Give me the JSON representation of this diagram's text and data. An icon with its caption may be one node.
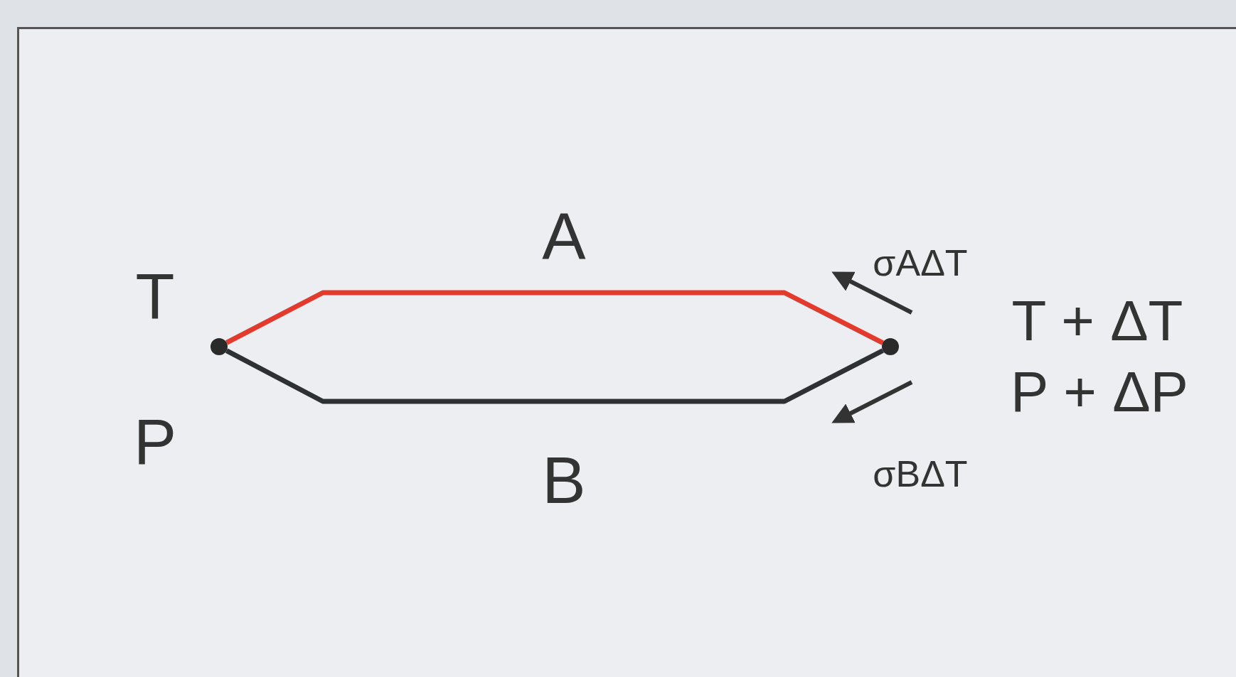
{
  "diagram": {
    "nodes": [
      {
        "text": [],
        "shape": "circle"
      },
      {
        "text": [],
        "shape": "circle"
      }
    ],
    "edges": [
      {
        "from": 0,
        "to": 1,
        "arrow": "none",
        "color": "#e23b2e"
      },
      {
        "from": 0,
        "to": 1,
        "arrow": "none",
        "color": "#2e3133"
      }
    ],
    "labels": [
      "T",
      "P",
      "A",
      "B",
      "σAΔT",
      "T + ΔT",
      "P + ΔP",
      "σBΔT"
    ]
  }
}
